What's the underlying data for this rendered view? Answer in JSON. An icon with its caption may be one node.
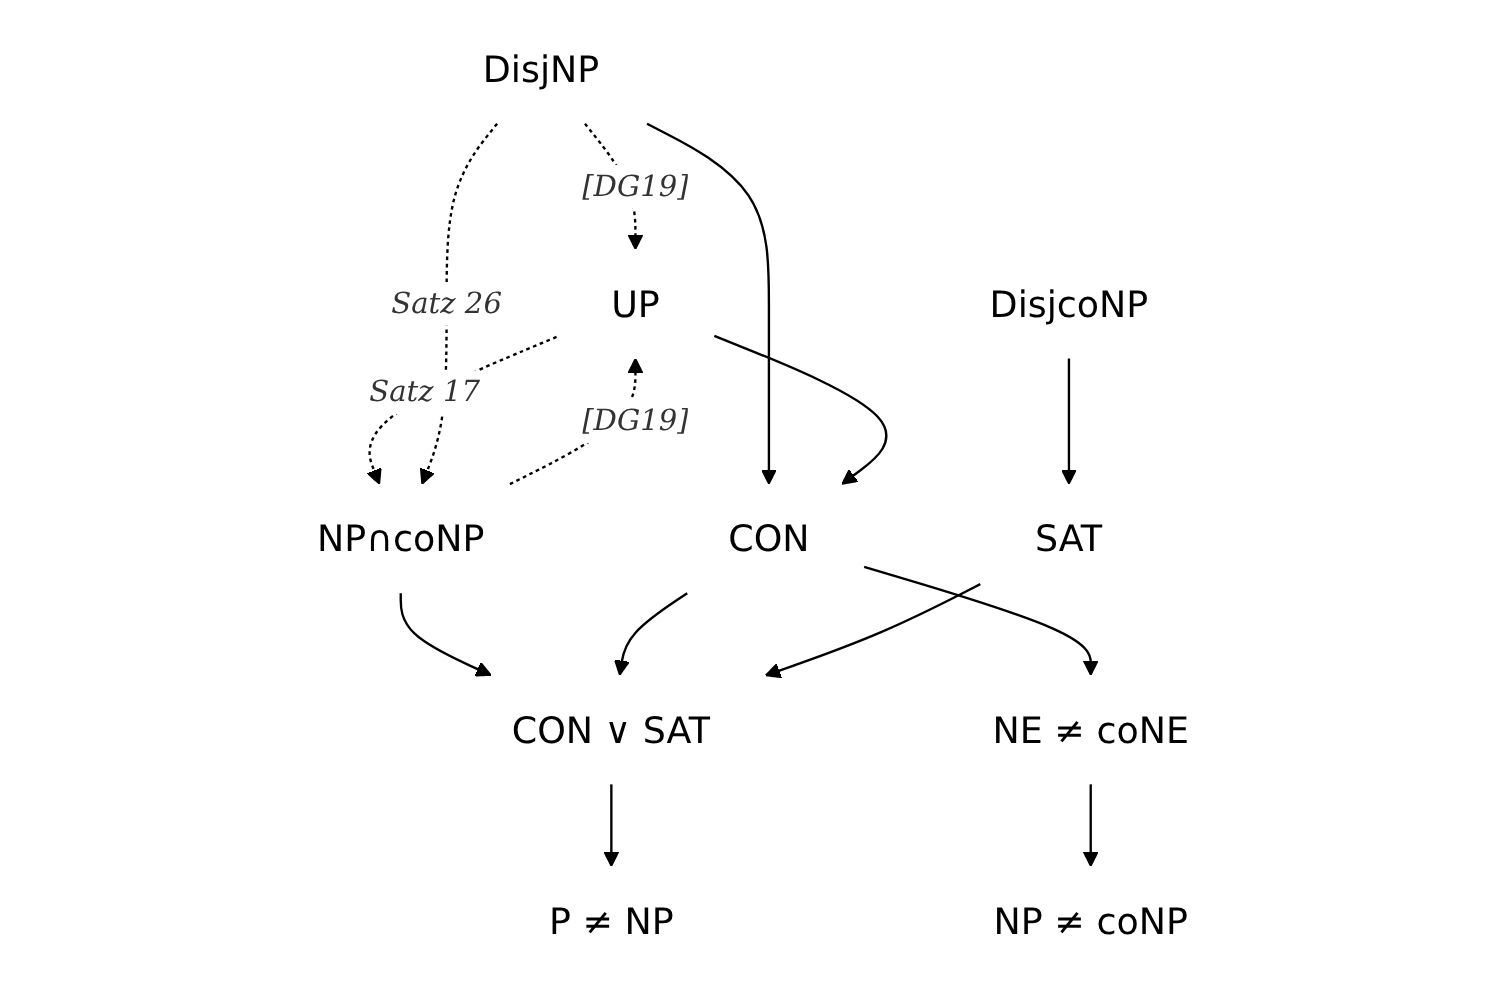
{
  "diagram": {
    "nodes": [
      {
        "text": [
          "DisjNP"
        ]
      },
      {
        "text": [
          "UP"
        ]
      },
      {
        "text": [
          "DisjcoNP"
        ]
      },
      {
        "text": [
          "NP∩coNP"
        ]
      },
      {
        "text": [
          "CON"
        ]
      },
      {
        "text": [
          "SAT"
        ]
      },
      {
        "text": [
          "CON ∨ SAT"
        ]
      },
      {
        "text": [
          "NE ≠ coNE"
        ]
      },
      {
        "text": [
          "NP ≠ coNP"
        ]
      },
      {
        "text": [
          "P ≠ NP"
        ]
      }
    ],
    "edges": [
      {
        "from": 0,
        "to": 1,
        "arrow": "to",
        "style": "dashed",
        "label": "[DG19]"
      },
      {
        "from": 1,
        "to": 3,
        "arrow": "to",
        "style": "dashed",
        "label": "Satz 17"
      },
      {
        "from": 3,
        "to": 1,
        "arrow": "to",
        "style": "dashed",
        "label": "[DG19]"
      },
      {
        "from": 0,
        "to": 3,
        "arrow": "to",
        "style": "dashed",
        "label": "Satz 26"
      },
      {
        "from": 0,
        "to": 4,
        "arrow": "to"
      },
      {
        "from": 1,
        "to": 4,
        "arrow": "to"
      },
      {
        "from": 2,
        "to": 5,
        "arrow": "to"
      },
      {
        "from": 3,
        "to": 6,
        "arrow": "to"
      },
      {
        "from": 4,
        "to": 6,
        "arrow": "to"
      },
      {
        "from": 5,
        "to": 6,
        "arrow": "to"
      },
      {
        "from": 4,
        "to": 7,
        "arrow": "to"
      },
      {
        "from": 7,
        "to": 8,
        "arrow": "to"
      },
      {
        "from": 6,
        "to": 9,
        "arrow": "to"
      }
    ]
  }
}
